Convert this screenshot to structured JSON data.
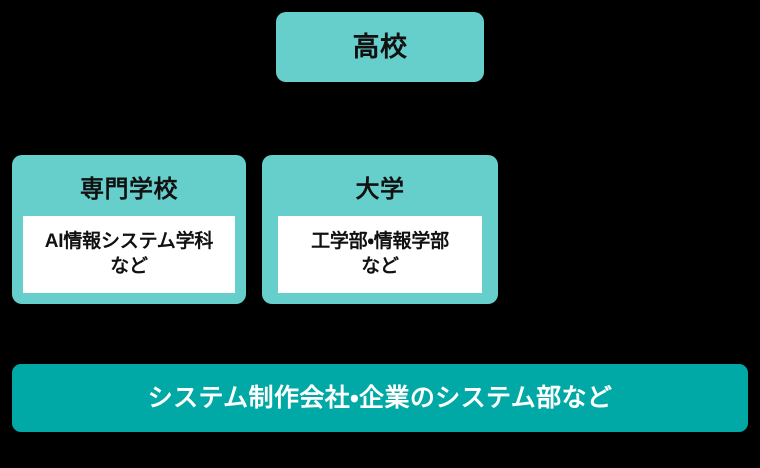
{
  "diagram": {
    "type": "flow-hierarchy",
    "background_color": "#000000",
    "palette": {
      "node_light_teal": "#66CFCC",
      "node_dark_teal": "#00A9A5",
      "plate_white": "#FFFFFF",
      "text_dark": "#111111",
      "text_light": "#FFFFFF"
    },
    "levels": [
      {
        "level_name": "highschool",
        "nodes": [
          {
            "id": "high-school",
            "title": "高校",
            "fill": "#66CFCC",
            "text_color": "#111111"
          }
        ]
      },
      {
        "level_name": "post-secondary",
        "nodes": [
          {
            "id": "vocational-school",
            "title": "専門学校",
            "fill": "#66CFCC",
            "text_color": "#111111",
            "plate": {
              "fill": "#FFFFFF",
              "lines": [
                "AI情報システム学科",
                "など"
              ]
            }
          },
          {
            "id": "university",
            "title": "大学",
            "fill": "#66CFCC",
            "text_color": "#111111",
            "plate": {
              "fill": "#FFFFFF",
              "lines": [
                "工学部・情報学部",
                "など"
              ]
            }
          }
        ]
      },
      {
        "level_name": "employment",
        "nodes": [
          {
            "id": "employers",
            "title": "システム制作会社・企業のシステム部など",
            "fill": "#00A9A5",
            "text_color": "#FFFFFF"
          }
        ]
      }
    ]
  }
}
